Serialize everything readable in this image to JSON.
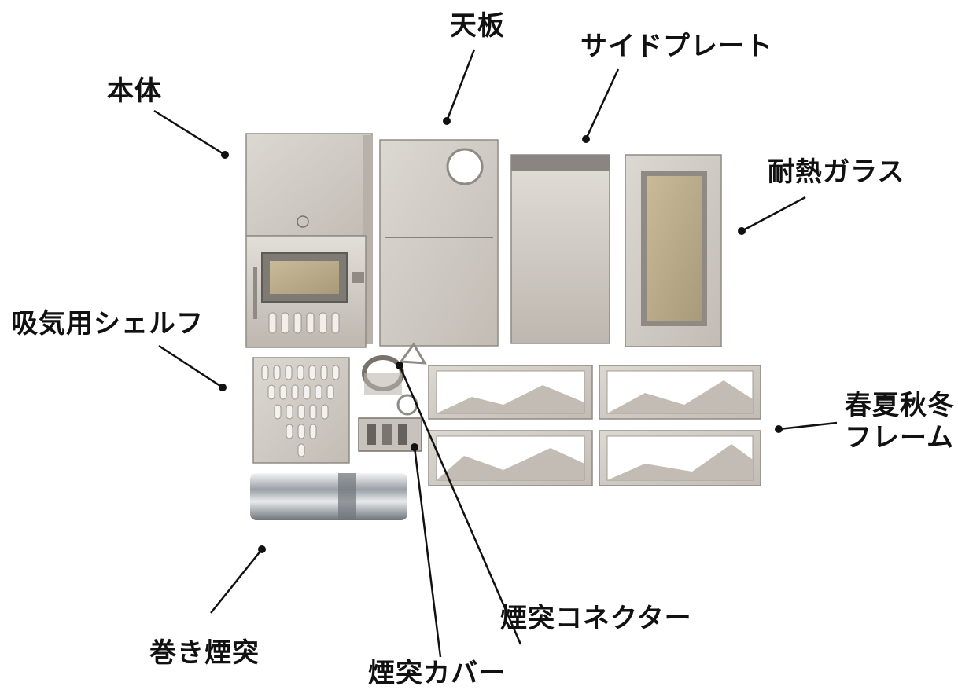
{
  "labels": {
    "hontai": "本体",
    "tenban": "天板",
    "side_plate": "サイドプレート",
    "glass": "耐熱ガラス",
    "shelf": "吸気用シェルフ",
    "frame_line1": "春夏秋冬",
    "frame_line2": "フレーム",
    "maki_entotsu": "巻き煙突",
    "connector": "煙突コネクター",
    "cover": "煙突カバー"
  },
  "colors": {
    "background": "#ffffff",
    "text": "#111111",
    "leader": "#111111",
    "steel_light": "#d9d4cd",
    "steel_mid": "#c4beb6",
    "steel_dark": "#8f8a84",
    "glass_tint": "#b9ab8c"
  }
}
